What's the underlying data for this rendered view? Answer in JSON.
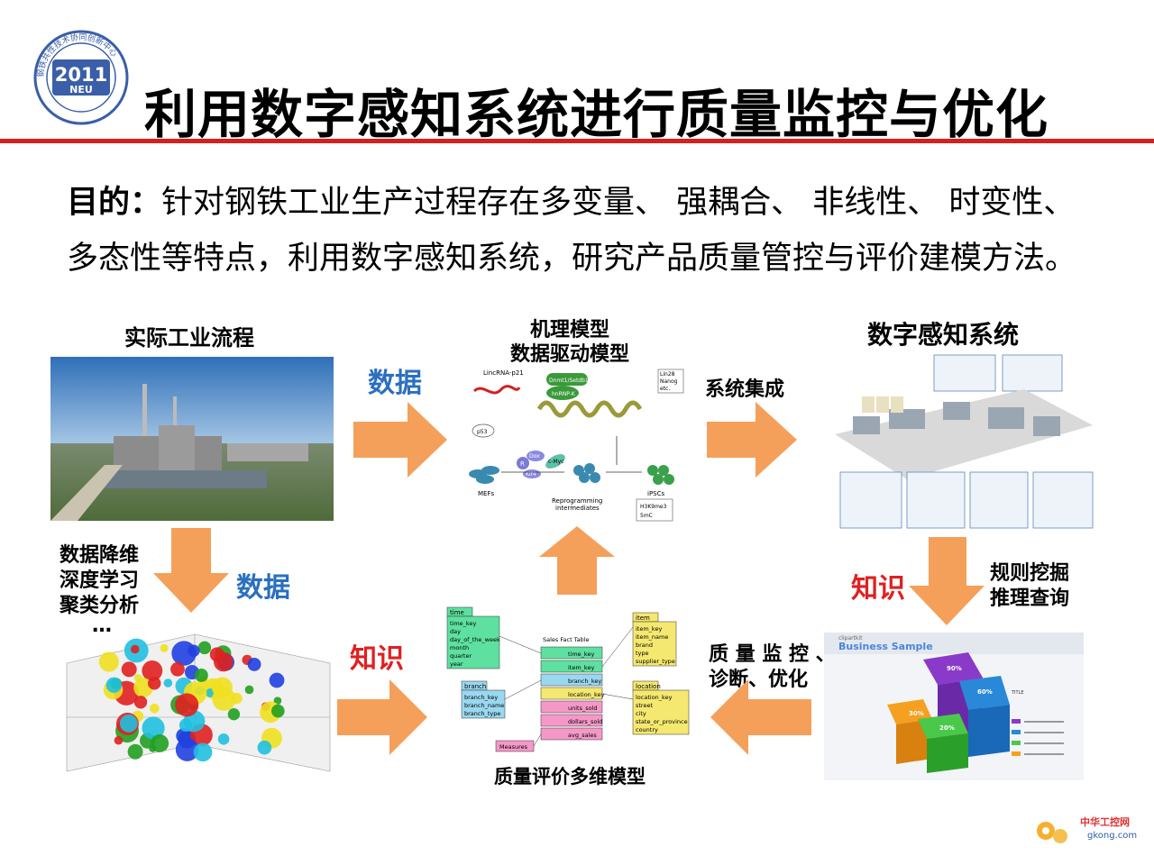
{
  "logo": {
    "year": "2011",
    "abbr": "NEU",
    "ring_text": "钢铁共性技术协同创新中心"
  },
  "title": "利用数字感知系统进行质量监控与优化",
  "purpose": {
    "label": "目的：",
    "line1": "针对钢铁工业生产过程存在多变量、 强耦合、 非线性、 时变性、",
    "line2": "多态性等特点，利用数字感知系统，研究产品质量管控与评价建模方法。"
  },
  "labels": {
    "actual_process": "实际工业流程",
    "model_line1": "机理模型",
    "model_line2": "数据驱动模型",
    "digital_system": "数字感知系统",
    "data_top": "数据",
    "system_integration": "系统集成",
    "dim_reduction": "数据降维",
    "deep_learning": "深度学习",
    "clustering": "聚类分析",
    "ellipsis": "…",
    "data_left": "数据",
    "knowledge_right": "知识",
    "rule_mining": "规则挖掘",
    "reasoning_query": "推理查询",
    "knowledge_bottom": "知识",
    "quality_line1": "质 量 监 控 、",
    "quality_line2": "诊断、优化",
    "eval_model": "质量评价多维模型"
  },
  "bio_diagram": {
    "lincrna": "LincRNA-p21",
    "p53": "p53",
    "dnmt": "Dnmt1/Setdb1",
    "hnrnp": "hnRNP-K",
    "lin28": "Lin28",
    "nanog": "Nanog",
    "etc": "etc.",
    "mefs": "MEFs",
    "reprog": "Reprogramming",
    "intermediates": "intermediates",
    "ipscs": "iPSCs",
    "h3k9": "H3K9me3",
    "fmc": "5mC",
    "dox": "Dox",
    "klf4": "Klf4",
    "cmyc": "c-Myc",
    "r": "R"
  },
  "star_schema": {
    "fact_title": "Sales Fact Table",
    "fact_keys": [
      "time_key",
      "item_key",
      "branch_key",
      "location_key",
      "units_sold",
      "dollars_sold",
      "avg_sales"
    ],
    "time_table": {
      "name": "time",
      "fields": [
        "time_key",
        "day",
        "day_of_the_week",
        "month",
        "quarter",
        "year"
      ]
    },
    "item_table": {
      "name": "item",
      "fields": [
        "item_key",
        "item_name",
        "brand",
        "type",
        "supplier_type"
      ]
    },
    "branch_table": {
      "name": "branch",
      "fields": [
        "branch_key",
        "branch_name",
        "branch_type"
      ]
    },
    "location_table": {
      "name": "location",
      "fields": [
        "location_key",
        "street",
        "city",
        "state_or_province",
        "country"
      ]
    },
    "measures": "Measures"
  },
  "business_sample": {
    "brand": "clipartkit",
    "title": "Business Sample",
    "percents": [
      "90%",
      "60%",
      "30%",
      "20%"
    ],
    "item_title": "TITLE"
  },
  "watermark": {
    "cn": "中华工控网",
    "en": "gkong.com"
  },
  "colors": {
    "title_red_line": "#d42020",
    "data_blue": "#2a6fc0",
    "knowledge_red": "#e02020",
    "arrow_orange": "#f5a05a"
  }
}
